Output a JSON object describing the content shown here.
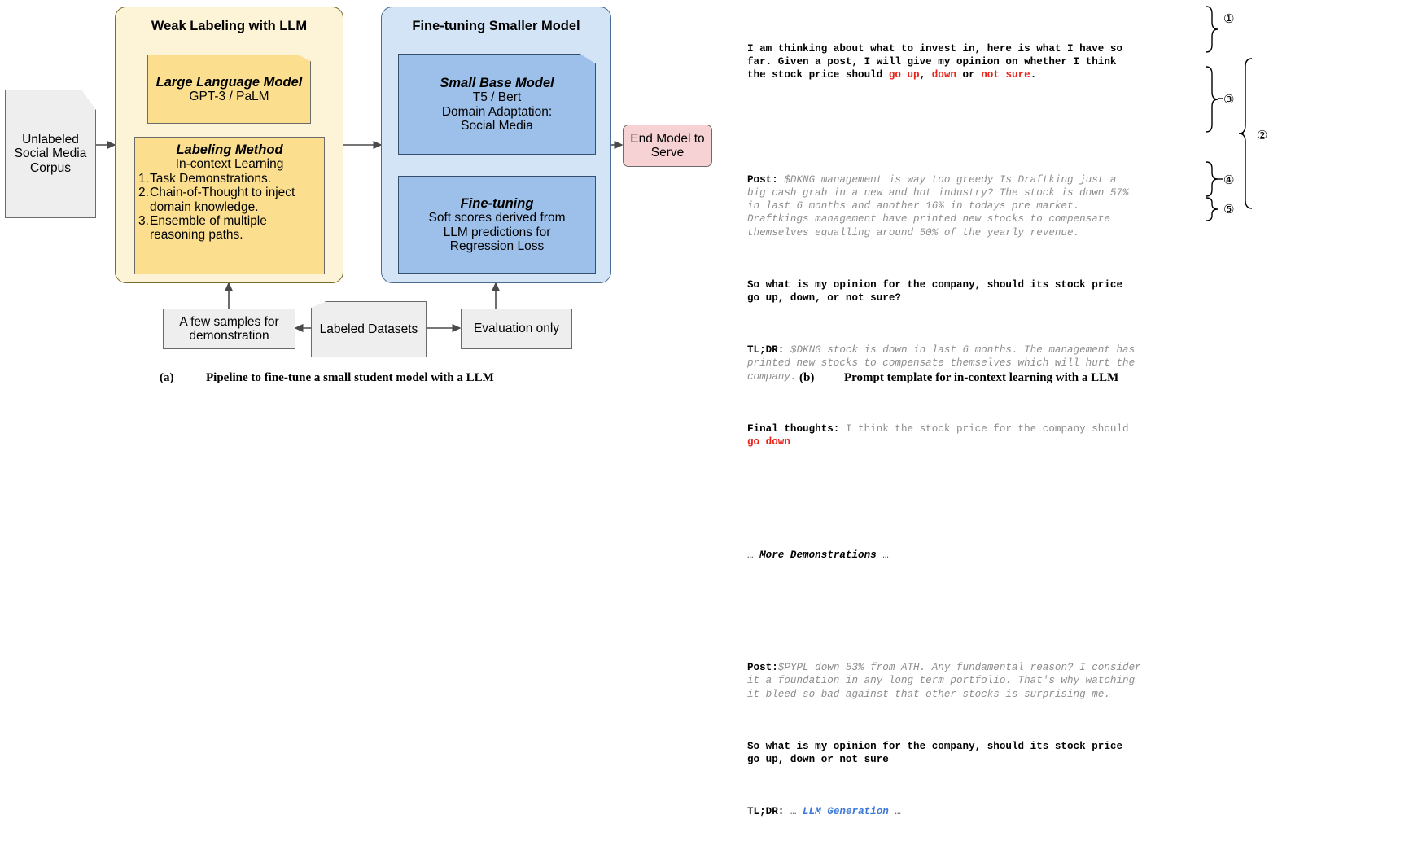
{
  "figure_a": {
    "caption_label": "(a)",
    "caption_text": "Pipeline to fine-tune a small student model with a LLM",
    "corpus": "Unlabeled\nSocial Media\nCorpus",
    "weak_labeling": {
      "header": "Weak Labeling with LLM",
      "llm_box": {
        "title": "Large Language Model",
        "body": "GPT-3 / PaLM"
      },
      "method_box": {
        "title": "Labeling Method",
        "subtitle": "In-context Learning",
        "items": [
          "Task Demonstrations.",
          "Chain-of-Thought to inject domain knowledge.",
          "Ensemble of multiple reasoning paths."
        ]
      }
    },
    "fine_tuning": {
      "header": "Fine-tuning Smaller Model",
      "base_box": {
        "title": "Small Base Model",
        "body": "T5 / Bert\nDomain Adaptation:\nSocial Media"
      },
      "ft_box": {
        "title": "Fine-tuning",
        "body": "Soft scores derived from\nLLM predictions for\nRegression Loss"
      }
    },
    "end_model": "End Model to\nServe",
    "bottom": {
      "demo_samples": "A few samples for\ndemonstration",
      "labeled_datasets": "Labeled Datasets",
      "evaluation_only": "Evaluation only"
    }
  },
  "figure_b": {
    "caption_label": "(b)",
    "caption_text": "Prompt template for in-context learning with a LLM",
    "instruction": {
      "text_1": "I am thinking about what to invest in, here is what I have so\nfar. Given a post, I will give my opinion on whether I think\nthe stock price should ",
      "opt_up": "go up",
      "sep_1": ", ",
      "opt_down": "down",
      "sep_2": " or ",
      "opt_notsure": "not sure",
      "end": "."
    },
    "demo_1": {
      "post_label": "Post:",
      "post_body": " $DKNG management is way too greedy Is Draftking just a\nbig cash grab in a new and hot industry? The stock is down 57%\nin last 6 months and another 16% in todays pre market.\nDraftkings management have printed new stocks to compensate\nthemselves equalling around 50% of the yearly revenue.",
      "question": "So what is my opinion for the company, should its stock price\ngo up, down, or not sure?",
      "tldr_label": "TL;DR:",
      "tldr_body": " $DKNG stock is down in last 6 months. The management has\nprinted new stocks to compensate themselves which will hurt the\ncompany.",
      "final_label": "Final thoughts:",
      "final_body": " I think the stock price for the company should\n",
      "final_answer": "go down"
    },
    "more_demos": {
      "left_dots": "…",
      "text": "More Demonstrations",
      "right_dots": "…"
    },
    "demo_2": {
      "post_label": "Post:",
      "post_body": "$PYPL down 53% from ATH. Any fundamental reason? I consider\nit a foundation in any long term portfolio. That's why watching\nit bleed so bad against that other stocks is surprising me.",
      "question": "So what is my opinion for the company, should its stock price\ngo up, down or not sure",
      "tldr_label": "TL;DR:",
      "tldr_dots_left": " … ",
      "tldr_generation": "LLM Generation",
      "tldr_dots_right": " …"
    },
    "annotations": [
      {
        "id": "ann-1",
        "label": "①"
      },
      {
        "id": "ann-2",
        "label": "②"
      },
      {
        "id": "ann-3",
        "label": "③"
      },
      {
        "id": "ann-4",
        "label": "④"
      },
      {
        "id": "ann-5",
        "label": "⑤"
      }
    ]
  },
  "colors": {
    "yellow_outer": "#fdf3d7",
    "yellow_inner": "#fbdf8f",
    "blue_outer": "#d4e4f7",
    "blue_inner": "#9dc0ea",
    "pink": "#f6d2d4",
    "grey": "#eeeeee",
    "red_accent": "#e8231a",
    "blue_accent": "#3b78d8"
  }
}
